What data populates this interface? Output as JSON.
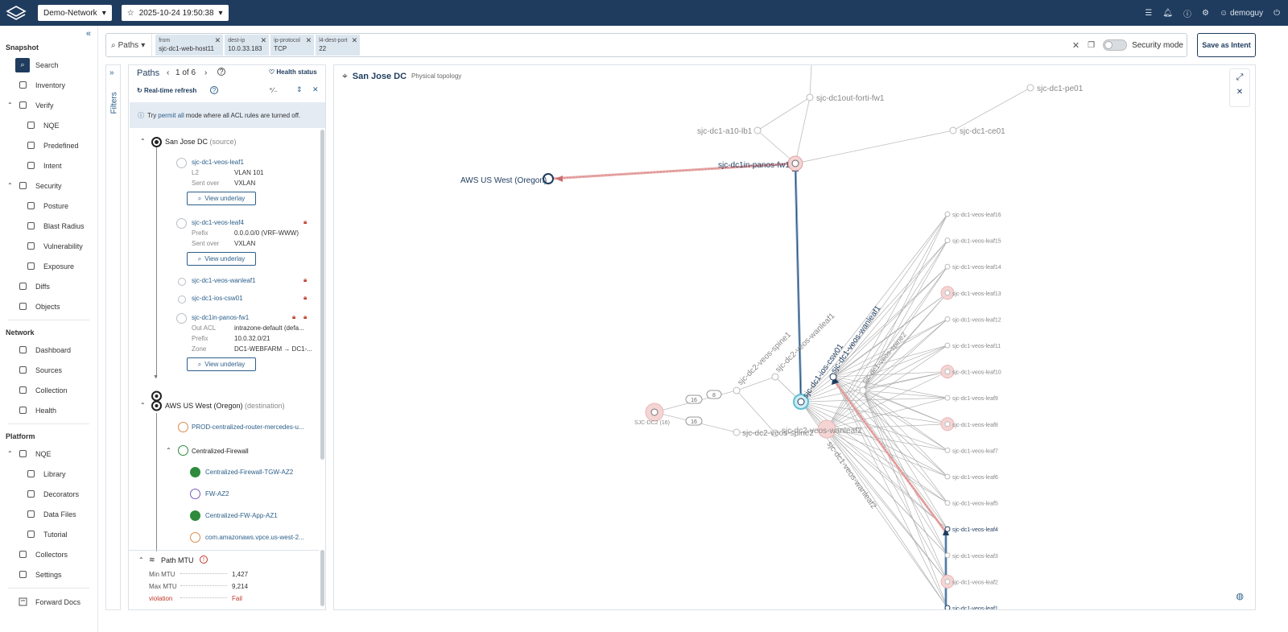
{
  "header": {
    "network": "Demo-Network",
    "snapshot": "2025-10-24  19:50:38",
    "user": "demoguy"
  },
  "sidebar": {
    "snapshot_title": "Snapshot",
    "items1": [
      "Search",
      "Inventory",
      "Verify",
      "NQE",
      "Predefined",
      "Intent",
      "Security",
      "Posture",
      "Blast Radius",
      "Vulnerability",
      "Exposure",
      "Diffs",
      "Objects"
    ],
    "network_title": "Network",
    "items2": [
      "Dashboard",
      "Sources",
      "Collection",
      "Health"
    ],
    "platform_title": "Platform",
    "items3": [
      "NQE",
      "Library",
      "Decorators",
      "Data Files",
      "Tutorial",
      "Collectors",
      "Settings"
    ],
    "docs": "Forward Docs"
  },
  "search": {
    "mode": "Paths",
    "chips": [
      {
        "label": "from",
        "value": "sjc-dc1-web-host11"
      },
      {
        "label": "dest-ip",
        "value": "10.0.33.183"
      },
      {
        "label": "ip-protocol",
        "value": "TCP"
      },
      {
        "label": "l4-dest-port",
        "value": "22"
      }
    ],
    "security_mode": "Security mode",
    "save": "Save as Intent"
  },
  "filters_label": "Filters",
  "paths": {
    "title": "Paths",
    "counter": "1 of 6",
    "health": "Health status",
    "refresh": "Real-time refresh",
    "info_pre": "Try ",
    "info_link": "permit all",
    "info_mid": " mode",
    "info_post": " where all ACL rules are turned off.",
    "source": "San Jose DC",
    "source_tag": "(source)",
    "hops": [
      {
        "name": "sjc-dc1-veos-leaf1",
        "k1": "L2",
        "v1": "VLAN 101",
        "k2": "Sent over",
        "v2": "VXLAN"
      },
      {
        "name": "sjc-dc1-veos-leaf4",
        "k1": "Prefix",
        "v1": "0.0.0.0/0 (VRF-WWW)",
        "k2": "Sent over",
        "v2": "VXLAN"
      },
      {
        "name": "sjc-dc1-veos-wanleaf1"
      },
      {
        "name": "sjc-dc1-ios-csw01"
      },
      {
        "name": "sjc-dc1in-panos-fw1",
        "k1": "Out ACL",
        "v1": "intrazone-default (defa...",
        "k2": "Prefix",
        "v2": "10.0.32.0/21",
        "k3": "Zone",
        "v3": "DC1-WEBFARM → DC1-..."
      }
    ],
    "view_underlay": "View underlay",
    "dest": "AWS US West (Oregon)",
    "dest_tag": "(destination)",
    "aws_items": [
      "PROD-centralized-router-mercedes-u...",
      "Centralized-Firewall",
      "Centralized-Firewall-TGW-AZ2",
      "FW-AZ2",
      "Centralized-FW-App-AZ1",
      "com.amazonaws.vpce.us-west-2..."
    ],
    "mtu_title": "Path MTU",
    "mtu": [
      {
        "k": "Min MTU",
        "v": "1,427"
      },
      {
        "k": "Max MTU",
        "v": "9,214"
      },
      {
        "k": "violation",
        "v": "Fail"
      }
    ]
  },
  "topology": {
    "site": "San Jose DC",
    "subtitle": "Physical topology",
    "labels": {
      "fw1": "sjc-dc1out-forti-fw1",
      "pe01": "sjc-dc1-pe01",
      "lb1": "sjc-dc1-a10-lb1",
      "ce01": "sjc-dc1-ce01",
      "panos": "sjc-dc1in-panos-fw1",
      "aws": "AWS US West (Oregon)",
      "sjcdc2": "SJC-DC2 (16)",
      "spine1": "sjc-dc2-veos-spine1",
      "wanleaf1_dc2": "sjc-dc2-veos-wanleaf1",
      "csw": "sjc-dc1-ios-csw01",
      "wanleaf1": "sjc-dc1-veos-wanleaf1",
      "spine2": "sjc-dc1-veos-spine2",
      "spine2_dc2": "sjc-dc2-veos-spine2",
      "wanleaf2_dc2": "sjc-dc2-veos-wanleaf2",
      "wanleaf2": "sjc-dc1-veos-wanleaf2",
      "e16a": "16",
      "e8": "8",
      "e16b": "16",
      "leaves": [
        "sjc-dc1-veos-leaf16",
        "sjc-dc1-veos-leaf15",
        "sjc-dc1-veos-leaf14",
        "sjc-dc1-veos-leaf13",
        "sjc-dc1-veos-leaf12",
        "sjc-dc1-veos-leaf11",
        "sjc-dc1-veos-leaf10",
        "sjc-dc1-veos-leaf9",
        "sjc-dc1-veos-leaf8",
        "sjc-dc1-veos-leaf7",
        "sjc-dc1-veos-leaf6",
        "sjc-dc1-veos-leaf5",
        "sjc-dc1-veos-leaf4",
        "sjc-dc1-veos-leaf3",
        "sjc-dc1-veos-leaf2",
        "sjc-dc1-veos-leaf1"
      ]
    }
  },
  "colors": {
    "header": "#1f3c5e",
    "accent": "#2c5f8a",
    "fail": "#c0392b",
    "path_red": "#e8a8a8",
    "path_blue": "#7fa6c9"
  }
}
